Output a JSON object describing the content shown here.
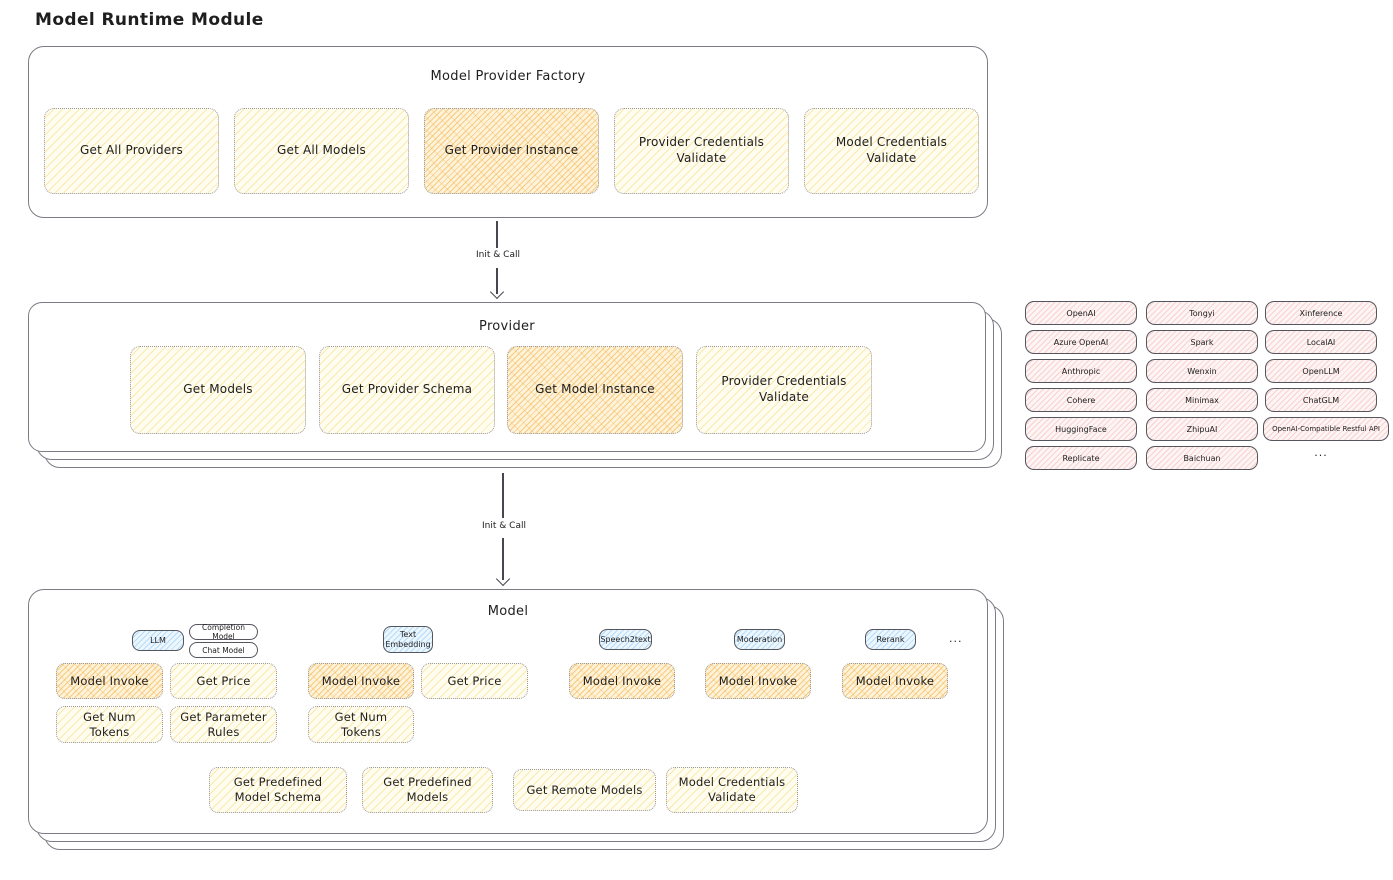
{
  "page_title": "Model Runtime Module",
  "colors": {
    "yellow_fill": "#fffcf0",
    "yellow_hatch": "#f7d878",
    "orange_fill": "#fdf3da",
    "orange_hatch": "#f4aa37",
    "pink_fill": "#fdf4f4",
    "pink_hatch": "#f3a0a0",
    "blue_fill": "#ecf6fd",
    "blue_hatch": "#82c3f5",
    "stroke": "#1e1e1e"
  },
  "factory": {
    "title": "Model Provider Factory",
    "boxes": [
      {
        "label": "Get All Providers",
        "highlighted": false
      },
      {
        "label": "Get All Models",
        "highlighted": false
      },
      {
        "label": "Get Provider Instance",
        "highlighted": true
      },
      {
        "label": "Provider Credentials Validate",
        "highlighted": false
      },
      {
        "label": "Model Credentials Validate",
        "highlighted": false
      }
    ]
  },
  "arrow1": {
    "label": "Init & Call"
  },
  "arrow2": {
    "label": "Init & Call"
  },
  "provider": {
    "title": "Provider",
    "boxes": [
      {
        "label": "Get Models",
        "highlighted": false
      },
      {
        "label": "Get Provider Schema",
        "highlighted": false
      },
      {
        "label": "Get Model Instance",
        "highlighted": true
      },
      {
        "label": "Provider Credentials Validate",
        "highlighted": false
      }
    ]
  },
  "providers_grid": {
    "items": [
      "OpenAI",
      "Tongyi",
      "Xinference",
      "Azure OpenAI",
      "Spark",
      "LocalAI",
      "Anthropic",
      "Wenxin",
      "OpenLLM",
      "Cohere",
      "Minimax",
      "ChatGLM",
      "HuggingFace",
      "ZhipuAI",
      "OpenAI-Compatible Restful API",
      "Replicate",
      "Baichuan"
    ],
    "more": "..."
  },
  "model": {
    "title": "Model",
    "type_tags": {
      "llm": "LLM",
      "completion": "Completion Model",
      "chat": "Chat Model",
      "text_embedding": "Text Embedding",
      "speech2text": "Speech2text",
      "moderation": "Moderation",
      "rerank": "Rerank",
      "more": "..."
    },
    "functions": {
      "llm": [
        "Model Invoke",
        "Get Price",
        "Get Num Tokens",
        "Get Parameter Rules"
      ],
      "text_embedding": [
        "Model Invoke",
        "Get Price",
        "Get Num Tokens"
      ],
      "speech2text": [
        "Model Invoke"
      ],
      "moderation": [
        "Model Invoke"
      ],
      "rerank": [
        "Model Invoke"
      ]
    },
    "shared": [
      "Get Predefined Model Schema",
      "Get Predefined Models",
      "Get Remote Models",
      "Model Credentials Validate"
    ]
  }
}
